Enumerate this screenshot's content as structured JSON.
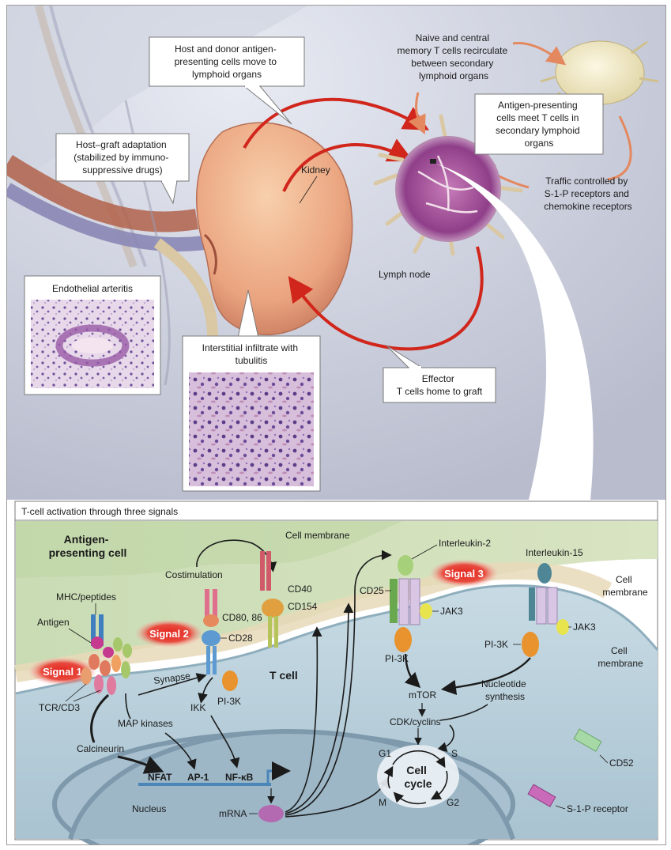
{
  "top": {
    "callouts": {
      "apc_move": [
        "Host and donor antigen-",
        "presenting cells move to",
        "lymphoid organs"
      ],
      "naive_recirc": [
        "Naive and central",
        "memory T cells recirculate",
        "between secondary",
        "lymphoid organs"
      ],
      "apc_meet": [
        "Antigen-presenting",
        "cells meet T cells in",
        "secondary lymphoid",
        "organs"
      ],
      "host_graft": [
        "Host–graft adaptation",
        "(stabilized by immuno-",
        "suppressive drugs)"
      ],
      "traffic": [
        "Traffic controlled by",
        "S-1-P receptors and",
        "chemokine receptors"
      ],
      "effector": [
        "Effector",
        "T cells home to graft"
      ]
    },
    "labels": {
      "kidney": "Kidney",
      "lymph_node": "Lymph node"
    },
    "histology": {
      "arteritis_title": "Endothelial arteritis",
      "infiltrate_title": [
        "Interstitial infiltrate with",
        "tubulitis"
      ]
    }
  },
  "bottom": {
    "header": "T-cell activation through three signals",
    "apc_title": [
      "Antigen-",
      "presenting cell"
    ],
    "cell_membrane_top": "Cell membrane",
    "cell_membrane_right_1": [
      "Cell",
      "membrane"
    ],
    "cell_membrane_right_2": [
      "Cell",
      "membrane"
    ],
    "signals": {
      "s1": "Signal 1",
      "s2": "Signal 2",
      "s3": "Signal 3"
    },
    "t_cell": "T cell",
    "nucleus": "Nucleus",
    "molecules": {
      "mhc": "MHC/peptides",
      "antigen": "Antigen",
      "tcr": "TCR/CD3",
      "costim": "Costimulation",
      "cd80": "CD80, 86",
      "cd28": "CD28",
      "cd40": "CD40",
      "cd154": "CD154",
      "synapse": "Synapse",
      "ikk": "IKK",
      "pi3k_a": "PI-3K",
      "pi3k_b": "PI-3K",
      "pi3k_c": "PI-3K",
      "map": "MAP kinases",
      "calcineurin": "Calcineurin",
      "nfat": "NFAT",
      "ap1": "AP-1",
      "nfkb": "NF-κB",
      "mrna": "mRNA",
      "il2": "Interleukin-2",
      "cd25": "CD25",
      "jak3_a": "JAK3",
      "il15": "Interleukin-15",
      "jak3_b": "JAK3",
      "mtor": "mTOR",
      "nucleotide": [
        "Nucleotide",
        "synthesis"
      ],
      "cdk": "CDK/cyclins",
      "g1": "G1",
      "s": "S",
      "m": "M",
      "g2": "G2",
      "cell_cycle": [
        "Cell",
        "cycle"
      ],
      "cd52": "CD52",
      "s1p": "S-1-P receptor"
    }
  }
}
